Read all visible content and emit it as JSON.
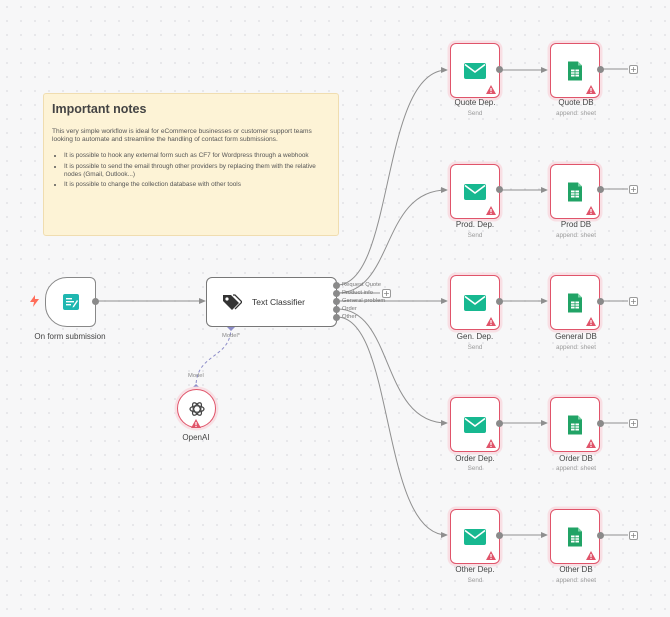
{
  "note": {
    "title": "Important notes",
    "intro": "This very simple workflow is ideal for eCommerce businesses or customer support teams looking to automate and streamline the handling of contact form submissions.",
    "bullets": [
      "It is possible to hook any external form such as CF7 for Wordpress through a webhook",
      "It is possible to send the email through other providers by replacing them with the relative nodes (Gmail, Outlook...)",
      "It is possible to change the collection database with other tools"
    ]
  },
  "trigger": {
    "label": "On form submission",
    "icon": "form-icon"
  },
  "classifier": {
    "title": "Text Classifier",
    "icon": "tag-icon",
    "outputs": [
      "Request Quote",
      "Product info",
      "General problem",
      "Order",
      "Other"
    ],
    "model_label": "Model*"
  },
  "openai": {
    "label": "OpenAI",
    "input_label": "Model",
    "icon": "openai-icon"
  },
  "rows": [
    {
      "send_label": "Quote Dep.",
      "send_sub": "Send",
      "db_label": "Quote DB",
      "db_sub": "append: sheet"
    },
    {
      "send_label": "Prod. Dep.",
      "send_sub": "Send",
      "db_label": "Prod DB",
      "db_sub": "append: sheet"
    },
    {
      "send_label": "Gen. Dep.",
      "send_sub": "Send",
      "db_label": "General DB",
      "db_sub": "append: sheet"
    },
    {
      "send_label": "Order Dep.",
      "send_sub": "Send",
      "db_label": "Order DB",
      "db_sub": "append: sheet"
    },
    {
      "send_label": "Other Dep.",
      "send_sub": "Send",
      "db_label": "Other DB",
      "db_sub": "append: sheet"
    }
  ],
  "icons": {
    "send": "mail-icon",
    "db": "sheet-icon",
    "warning": "warning-icon",
    "add": "plus-icon",
    "bolt": "bolt-icon"
  },
  "colors": {
    "error": "#e0546a",
    "mail": "#17b890",
    "sheet": "#21a366",
    "note_bg": "#fdf3d6",
    "bolt": "#ff6d5a"
  }
}
